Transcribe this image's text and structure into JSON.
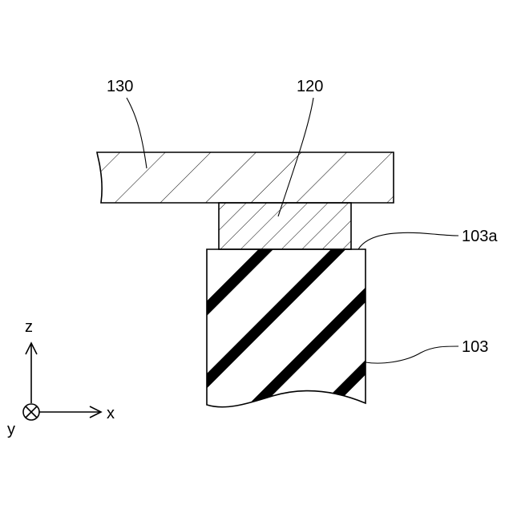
{
  "labels": {
    "plate": "130",
    "bond_layer": "120",
    "surface": "103a",
    "block": "103"
  },
  "axes": {
    "x": "x",
    "y": "y",
    "z": "z"
  },
  "colors": {
    "stroke": "#000000",
    "background": "#ffffff"
  }
}
